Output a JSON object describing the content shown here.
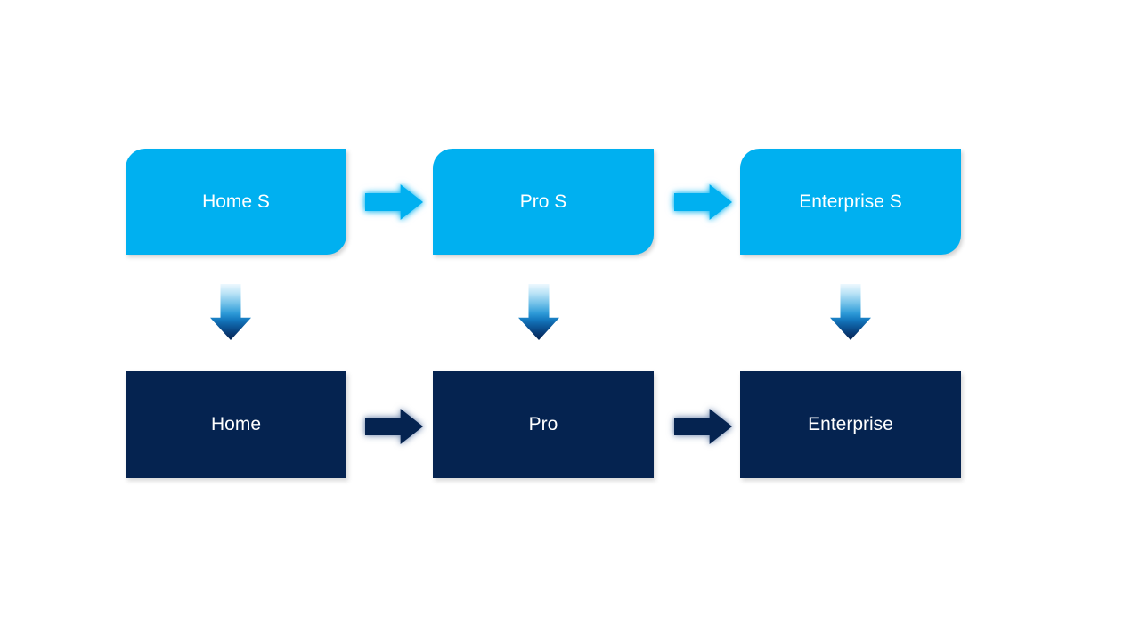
{
  "diagram": {
    "type": "process-flow",
    "background": "#FFFFFF",
    "colors": {
      "top_node_fill": "#00B0F0",
      "bottom_node_fill": "#052350",
      "label_text": "#FFFFFF",
      "top_arrow": "#00B0F0",
      "bottom_arrow": "#052350",
      "down_arrow_gradient_start": "#EDF8FE",
      "down_arrow_gradient_end": "#062453"
    },
    "columns": [
      {
        "top_label": "Home S",
        "bottom_label": "Home"
      },
      {
        "top_label": "Pro S",
        "bottom_label": "Pro"
      },
      {
        "top_label": "Enterprise S",
        "bottom_label": "Enterprise"
      }
    ],
    "edges": [
      {
        "from": "Home S",
        "to": "Pro S",
        "direction": "right"
      },
      {
        "from": "Pro S",
        "to": "Enterprise S",
        "direction": "right"
      },
      {
        "from": "Home",
        "to": "Pro",
        "direction": "right"
      },
      {
        "from": "Pro",
        "to": "Enterprise",
        "direction": "right"
      },
      {
        "from": "Home S",
        "to": "Home",
        "direction": "down"
      },
      {
        "from": "Pro S",
        "to": "Pro",
        "direction": "down"
      },
      {
        "from": "Enterprise S",
        "to": "Enterprise",
        "direction": "down"
      }
    ]
  }
}
